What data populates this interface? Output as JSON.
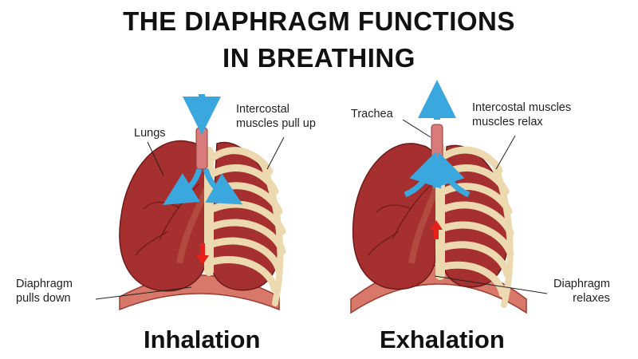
{
  "title": {
    "line1": "THE DIAPHRAGM FUNCTIONS",
    "line2": "IN BREATHING"
  },
  "inhalation": {
    "caption": "Inhalation",
    "labels": {
      "lungs": "Lungs",
      "intercostal_line1": "Intercostal",
      "intercostal_line2": "muscles pull up",
      "diaphragm_line1": "Diaphragm",
      "diaphragm_line2": "pulls down"
    }
  },
  "exhalation": {
    "caption": "Exhalation",
    "labels": {
      "trachea": "Trachea",
      "intercostal_line1": "Intercostal muscles",
      "intercostal_line2": "muscles relax",
      "diaphragm_line1": "Diaphragm",
      "diaphragm_line2": "relaxes"
    }
  },
  "colors": {
    "air_arrow": "#3aa8df",
    "force_arrow": "#e8201c",
    "lung": "#a5302f",
    "rib": "#ecd9b0",
    "diaphragm": "#d8786a"
  }
}
